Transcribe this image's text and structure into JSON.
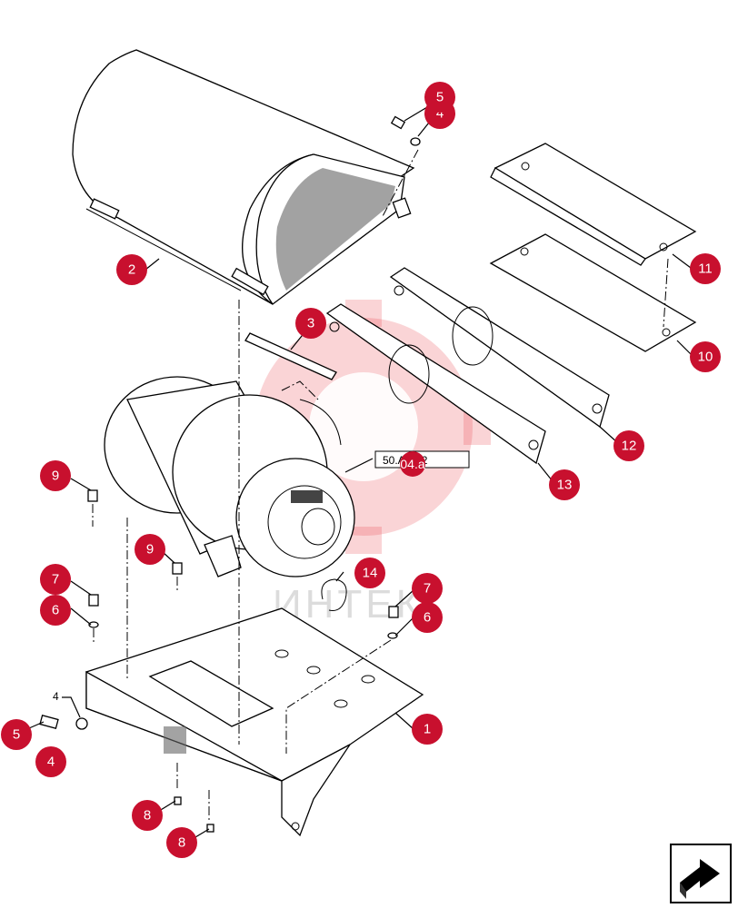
{
  "callouts": {
    "c1": "1",
    "c2": "2",
    "c3": "3",
    "c4_top": "4",
    "c5_top": "5",
    "c4_left": "4",
    "c5_left": "5",
    "c6_left": "6",
    "c7_left": "7",
    "c6_right": "6",
    "c7_right": "7",
    "c8_a": "8",
    "c8_b": "8",
    "c9_a": "9",
    "c9_b": "9",
    "c10": "10",
    "c11": "11",
    "c12": "12",
    "c13": "13",
    "c14": "14"
  },
  "labels": {
    "small4": "4",
    "ref_tag": "50.AB 02",
    "ref_overlay": "04.a",
    "watermark": "ИНТЕК"
  },
  "colors": {
    "callout": "#c8102e",
    "watermark": "#e63946"
  },
  "icons": {
    "nav": "next-page-arrow-icon"
  }
}
